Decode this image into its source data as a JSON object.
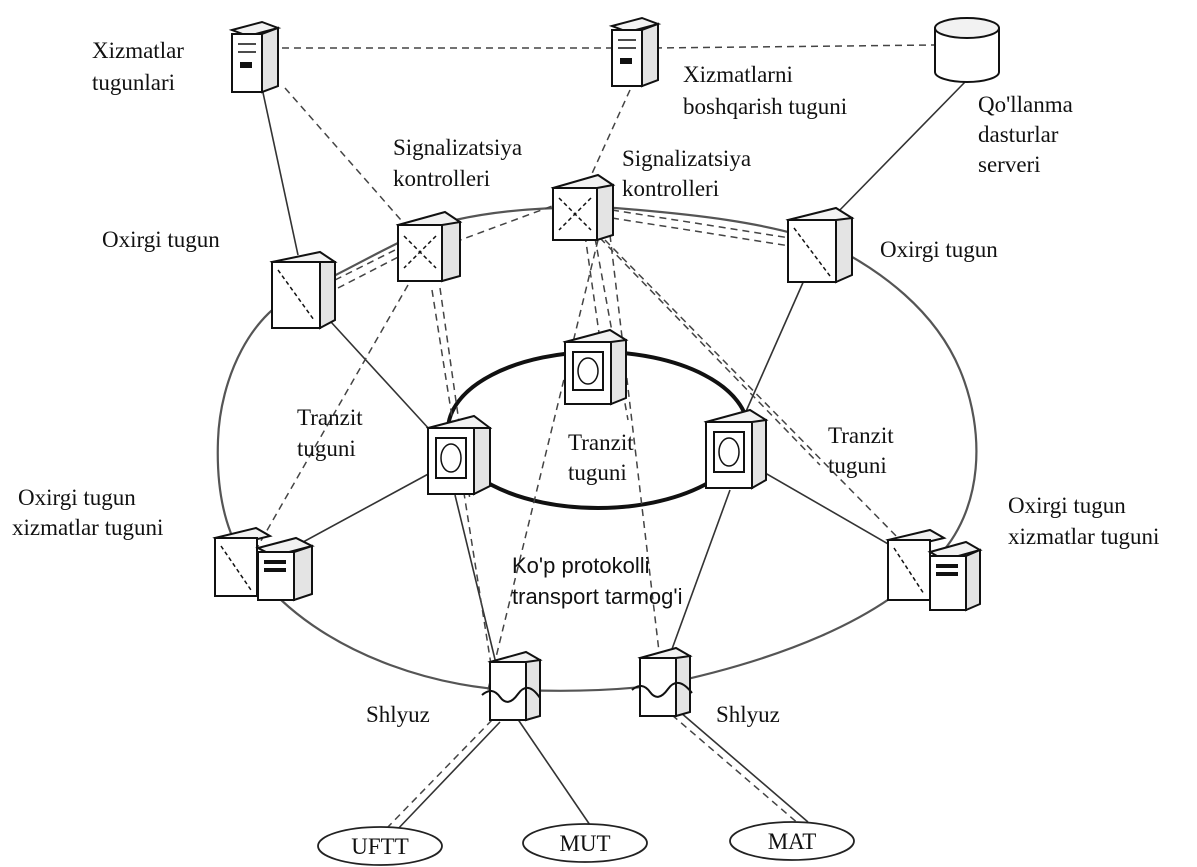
{
  "labels": {
    "service_nodes": [
      "Xizmatlar",
      "tugunlari"
    ],
    "service_control_node": [
      "Xizmatlarni",
      "boshqarish tuguni"
    ],
    "app_server": [
      "Qo'llanma",
      "dasturlar",
      "serveri"
    ],
    "signaling_left": [
      "Signalizatsiya",
      "kontrolleri"
    ],
    "signaling_right": [
      "Signalizatsiya",
      "kontrolleri"
    ],
    "edge_left": "Oxirgi tugun",
    "edge_right": "Oxirgi tugun",
    "transit_left": [
      "Tranzit",
      "tuguni"
    ],
    "transit_center": [
      "Tranzit",
      "tuguni"
    ],
    "transit_right": [
      "Tranzit",
      "tuguni"
    ],
    "edge_service_left": [
      "Oxirgi tugun",
      "xizmatlar tuguni"
    ],
    "edge_service_right": [
      "Oxirgi tugun",
      "xizmatlar tuguni"
    ],
    "transport_network": [
      "Ko'p protokolli",
      "transport tarmog'i"
    ],
    "gateway_left": "Shlyuz",
    "gateway_right": "Shlyuz"
  },
  "networks": [
    "UFTT",
    "MUT",
    "MAT"
  ]
}
